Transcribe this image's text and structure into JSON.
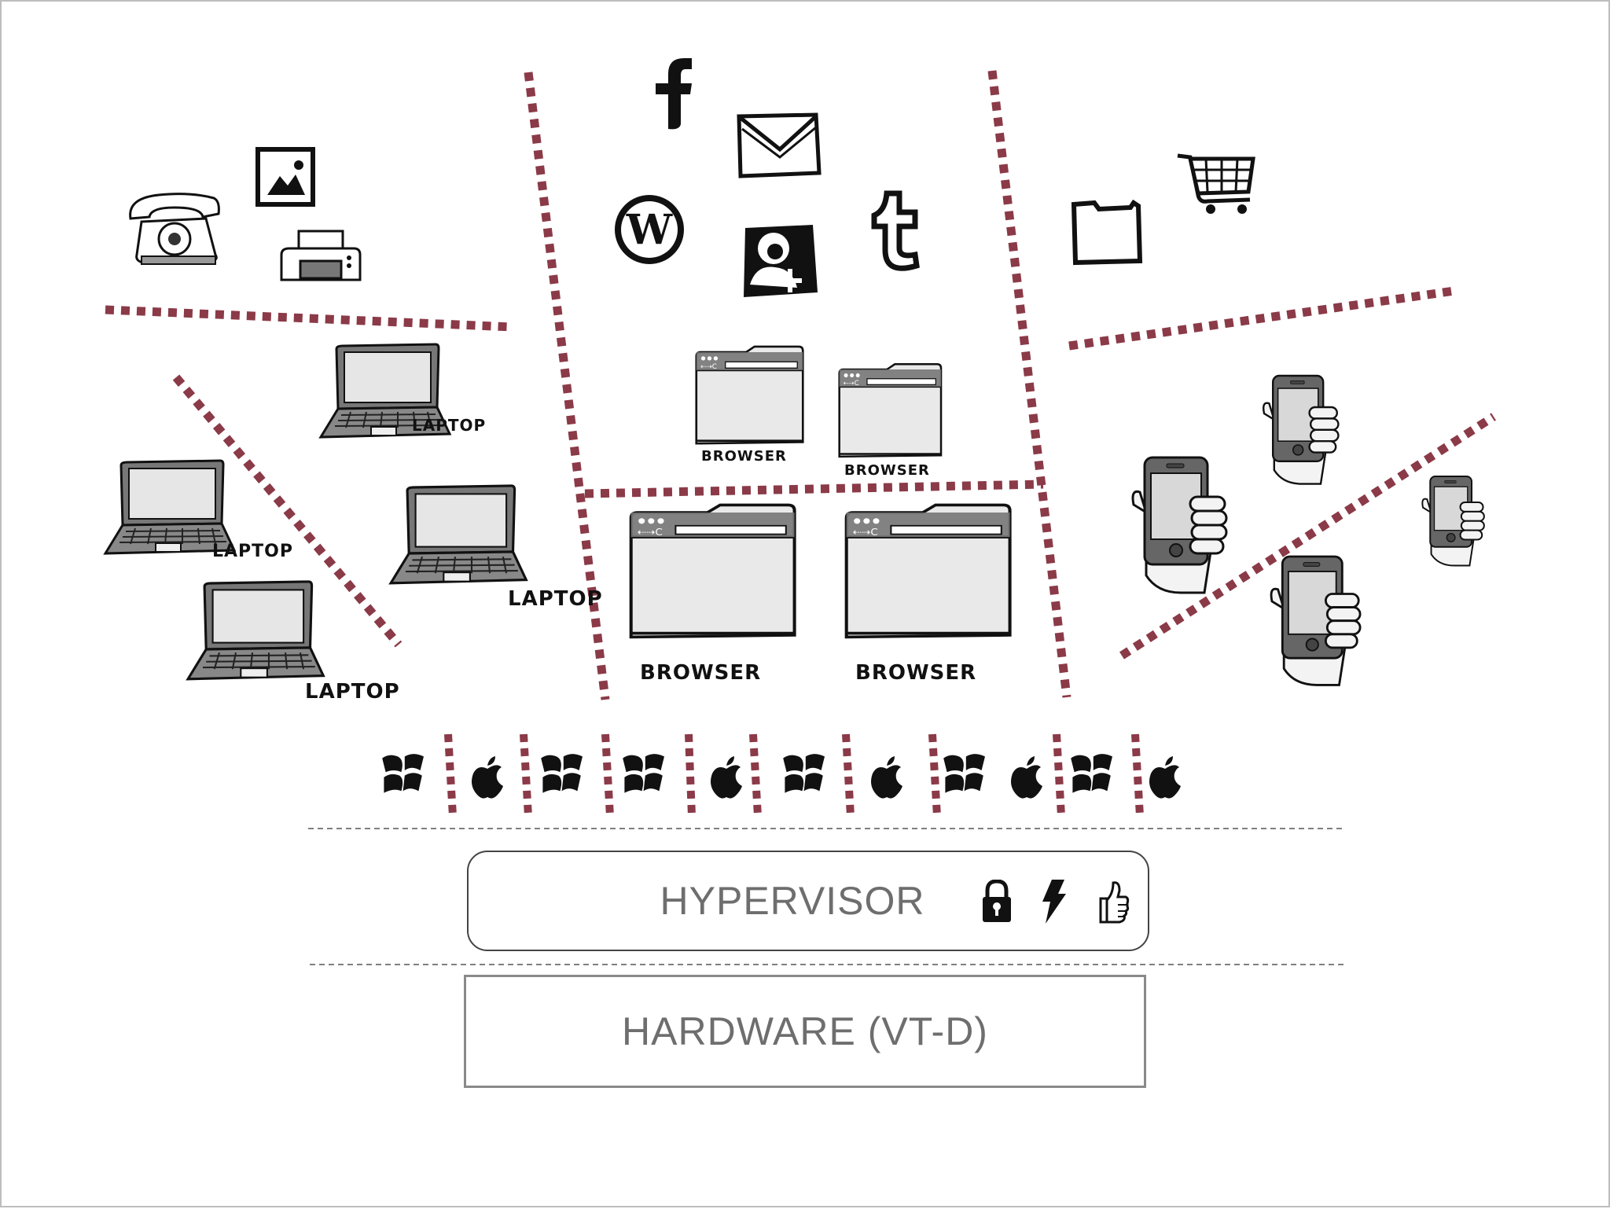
{
  "devices": {
    "laptop_label": "LAPTOP",
    "browser_label": "BROWSER"
  },
  "app_icons": [
    "telephone-icon",
    "picture-icon",
    "printer-icon",
    "facebook-icon",
    "mail-icon",
    "wordpress-icon",
    "google-plus-icon",
    "tumblr-icon",
    "folder-icon",
    "shopping-cart-icon"
  ],
  "os_icons": [
    "windows",
    "apple",
    "windows",
    "windows",
    "apple",
    "windows",
    "apple",
    "windows",
    "apple",
    "windows",
    "apple"
  ],
  "layers": {
    "hypervisor": "HYPERVISOR",
    "hardware": "HARDWARE (VT-D)"
  },
  "hypervisor_icons": [
    "lock-icon",
    "lightning-icon",
    "thumbs-up-icon"
  ],
  "colors": {
    "divider": "#8b3a48",
    "box_text": "#6e6e6e"
  }
}
